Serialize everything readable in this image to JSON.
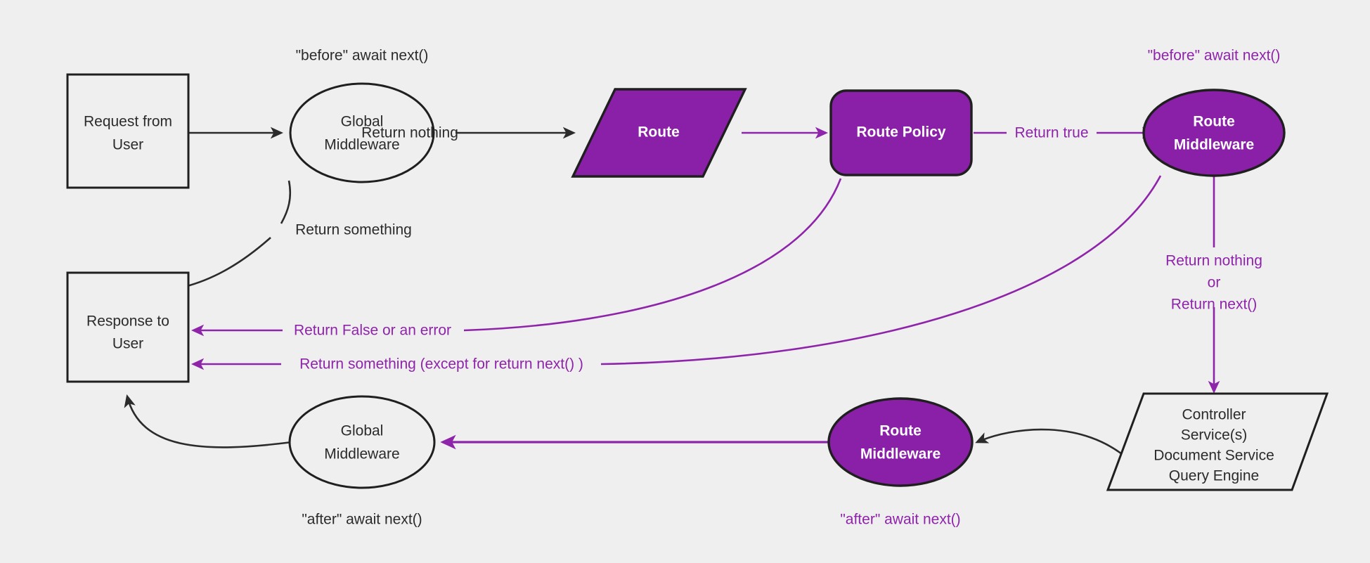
{
  "diagram": {
    "title": "Middleware request lifecycle flow",
    "background_color": "#efefef",
    "accent_color": "#8a1fa8",
    "line_purple": "#8e24aa",
    "line_black": "#2b2b2b"
  },
  "nodes": {
    "request_from_user": {
      "line1": "Request from",
      "line2": "User",
      "shape": "rectangle",
      "style": "plain"
    },
    "global_middleware_top": {
      "line1": "Global",
      "line2": "Middleware",
      "shape": "ellipse",
      "style": "plain"
    },
    "route": {
      "line1": "Route",
      "shape": "parallelogram",
      "style": "accent"
    },
    "route_policy": {
      "line1": "Route Policy",
      "shape": "rounded-rect",
      "style": "accent"
    },
    "route_middleware_top": {
      "line1": "Route",
      "line2": "Middleware",
      "shape": "ellipse",
      "style": "accent"
    },
    "controller_stack": {
      "lines": [
        "Controller",
        "Service(s)",
        "Document Service",
        "Query Engine"
      ],
      "shape": "parallelogram",
      "style": "plain"
    },
    "route_middleware_bottom": {
      "line1": "Route",
      "line2": "Middleware",
      "shape": "ellipse",
      "style": "accent"
    },
    "global_middleware_bottom": {
      "line1": "Global",
      "line2": "Middleware",
      "shape": "ellipse",
      "style": "plain"
    },
    "response_to_user": {
      "line1": "Response to",
      "line2": "User",
      "shape": "rectangle",
      "style": "plain"
    }
  },
  "annotations": {
    "before_await_next_global": "\"before\" await next()",
    "before_await_next_route": "\"before\" await next()",
    "after_await_next_global": "\"after\" await next()",
    "after_await_next_route": "\"after\" await next()"
  },
  "edges": {
    "return_something_global_top": "Return something",
    "return_nothing_global_top": "Return nothing",
    "return_true_policy": "Return true",
    "return_false_or_error": "Return False or an error",
    "return_something_except_next": "Return something (except for return next() )",
    "return_nothing_mw": "Return nothing",
    "or": "or",
    "return_next_mw": "Return next()"
  }
}
